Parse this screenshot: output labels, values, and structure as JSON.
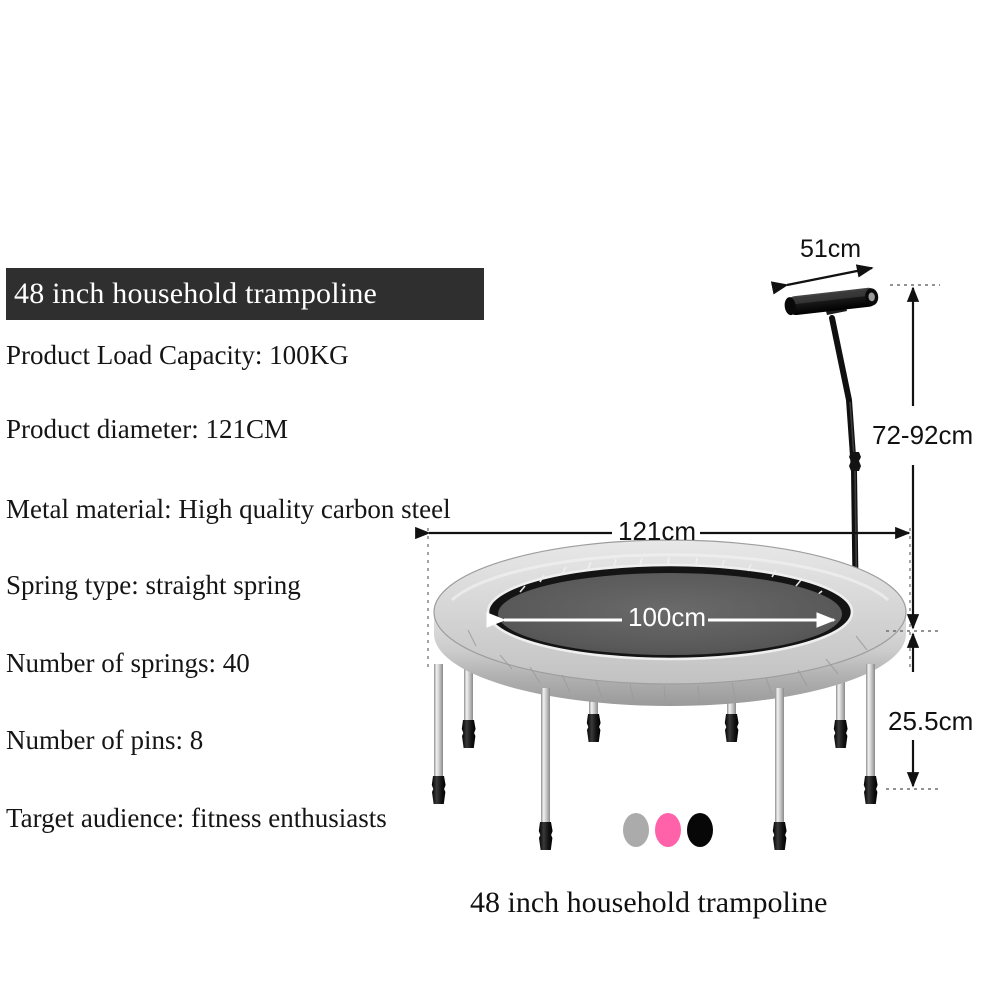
{
  "product": {
    "title": "48 inch household trampoline",
    "caption": "48 inch household trampoline",
    "specs": [
      "Product Load Capacity: 100KG",
      "Product diameter: 121CM",
      "Metal material: High quality carbon steel",
      "Spring type: straight spring",
      "Number of springs: 40",
      "Number of pins: 8",
      "Target audience: fitness enthusiasts"
    ]
  },
  "dimensions": {
    "handlebar_width": "51cm",
    "handle_height": "72-92cm",
    "frame_diameter": "121cm",
    "mat_diameter": "100cm",
    "frame_height": "25.5cm"
  },
  "colors": {
    "options": [
      {
        "name": "gray-swatch",
        "hex": "#ababab"
      },
      {
        "name": "pink-swatch",
        "hex": "#ff62a8"
      },
      {
        "name": "black-swatch",
        "hex": "#070707"
      }
    ],
    "title_bar_bg": "#2f2f2f",
    "pad_light": "#d8d8d8",
    "pad_mid": "#b4b4b4",
    "mat_gray": "#5b5b5b",
    "spring_dark": "#161616",
    "leg_silver": "#cfcfcf",
    "foot_black": "#1a1a1a"
  }
}
